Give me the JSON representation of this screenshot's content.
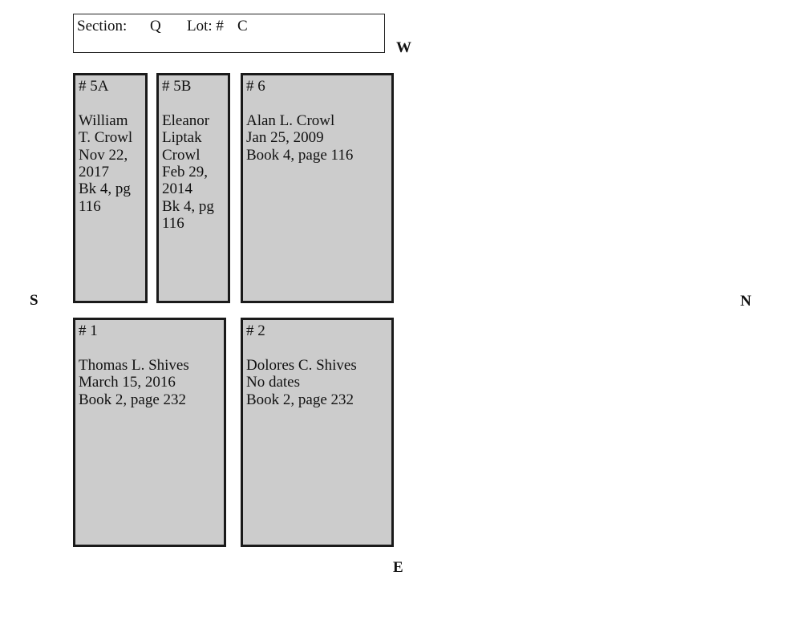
{
  "header": {
    "section_label": "Section:",
    "section_value": "Q",
    "lot_label": "Lot: #",
    "lot_value": "C"
  },
  "compass": {
    "west": "W",
    "south": "S",
    "north": "N",
    "east": "E"
  },
  "plots": {
    "p5a": {
      "number": "# 5A",
      "lines": [
        "William",
        "T. Crowl",
        "Nov 22,",
        "2017",
        "Bk 4, pg",
        "116"
      ]
    },
    "p5b": {
      "number": "# 5B",
      "lines": [
        "Eleanor",
        "Liptak",
        "Crowl",
        "Feb 29,",
        "2014",
        "Bk 4, pg",
        "116"
      ]
    },
    "p6": {
      "number": "# 6",
      "lines": [
        "Alan L. Crowl",
        "Jan 25, 2009",
        "Book 4, page 116"
      ]
    },
    "p1": {
      "number": "# 1",
      "lines": [
        "Thomas L. Shives",
        "March 15, 2016",
        "Book 2, page 232"
      ]
    },
    "p2": {
      "number": "# 2",
      "lines": [
        "Dolores C. Shives",
        "No dates",
        "Book 2, page 232"
      ]
    }
  },
  "colors": {
    "plot_fill": "#cccccc",
    "border": "#1a1a1a"
  }
}
